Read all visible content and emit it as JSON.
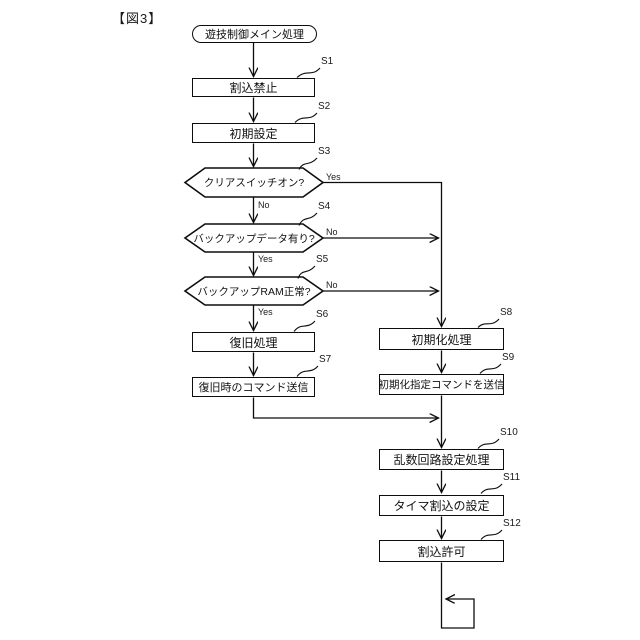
{
  "figure_label": "【図3】",
  "colors": {
    "stroke": "#0d0d0d",
    "background": "#ffffff",
    "shape_fill": "#ffffff"
  },
  "diagram": {
    "type": "flowchart",
    "nodes": {
      "start": {
        "type": "terminal",
        "label": "遊技制御メイン処理"
      },
      "s1": {
        "type": "process",
        "step": "S1",
        "label": "割込禁止"
      },
      "s2": {
        "type": "process",
        "step": "S2",
        "label": "初期設定"
      },
      "s3": {
        "type": "decision",
        "step": "S3",
        "label": "クリアスイッチオン?",
        "yes_label": "Yes",
        "no_label": "No"
      },
      "s4": {
        "type": "decision",
        "step": "S4",
        "label": "バックアップデータ有り?",
        "yes_label": "Yes",
        "no_label": "No"
      },
      "s5": {
        "type": "decision",
        "step": "S5",
        "label": "バックアップRAM正常?",
        "yes_label": "Yes",
        "no_label": "No"
      },
      "s6": {
        "type": "process",
        "step": "S6",
        "label": "復旧処理"
      },
      "s7": {
        "type": "process",
        "step": "S7",
        "label": "復旧時のコマンド送信"
      },
      "s8": {
        "type": "process",
        "step": "S8",
        "label": "初期化処理"
      },
      "s9": {
        "type": "process",
        "step": "S9",
        "label": "初期化指定コマンドを送信"
      },
      "s10": {
        "type": "process",
        "step": "S10",
        "label": "乱数回路設定処理"
      },
      "s11": {
        "type": "process",
        "step": "S11",
        "label": "タイマ割込の設定"
      },
      "s12": {
        "type": "process",
        "step": "S12",
        "label": "割込許可"
      }
    }
  }
}
